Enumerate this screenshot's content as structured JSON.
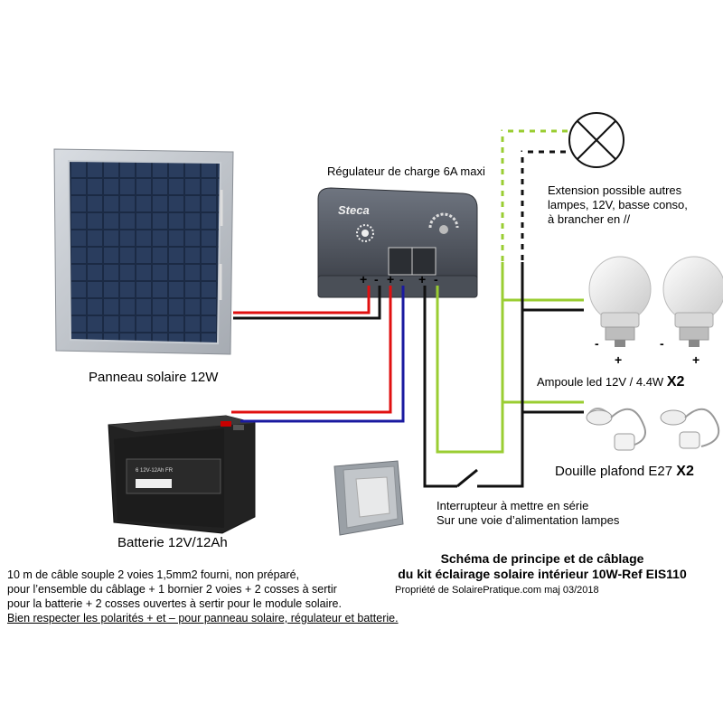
{
  "labels": {
    "regulator": "Régulateur de charge 6A maxi",
    "regulator_brand": "Steca",
    "regulator_terminals": [
      "+",
      "-",
      "+",
      "-",
      "+",
      "-"
    ],
    "extension": [
      "Extension possible autres",
      "lampes, 12V, basse conso,",
      "à brancher en //"
    ],
    "panel": "Panneau solaire 12W",
    "bulb": "Ampoule led 12V / 4.4W",
    "bulb_count": "X2",
    "socket": "Douille plafond E27",
    "socket_count": "X2",
    "battery": "Batterie 12V/12Ah",
    "battery_model": "6 12V-12Ah FR",
    "switch": [
      "Interrupteur à mettre en série",
      "Sur une voie d’alimentation lampes"
    ],
    "bulb_signs": [
      "-",
      "+",
      "-",
      "+"
    ]
  },
  "title": {
    "line1": "Schéma de principe et de câblage",
    "line2": "du kit éclairage solaire intérieur 10W-Ref EIS110",
    "credit": "Propriété de SolairePratique.com maj 03/2018"
  },
  "notes": {
    "lines": [
      "10 m de câble souple 2 voies 1,5mm2  fourni, non préparé,",
      "pour l’ensemble du câblage + 1 bornier 2 voies + 2 cosses à sertir",
      "pour la batterie + 2 cosses ouvertes à sertir pour le module solaire."
    ],
    "underlined": "Bien respecter les polarités + et – pour panneau solaire, régulateur et batterie."
  },
  "colors": {
    "positive_wire": "#e01010",
    "negative_wire": "#111111",
    "battery_negative_wire": "#1a1aa0",
    "lamp_wire": "#9acd32"
  }
}
